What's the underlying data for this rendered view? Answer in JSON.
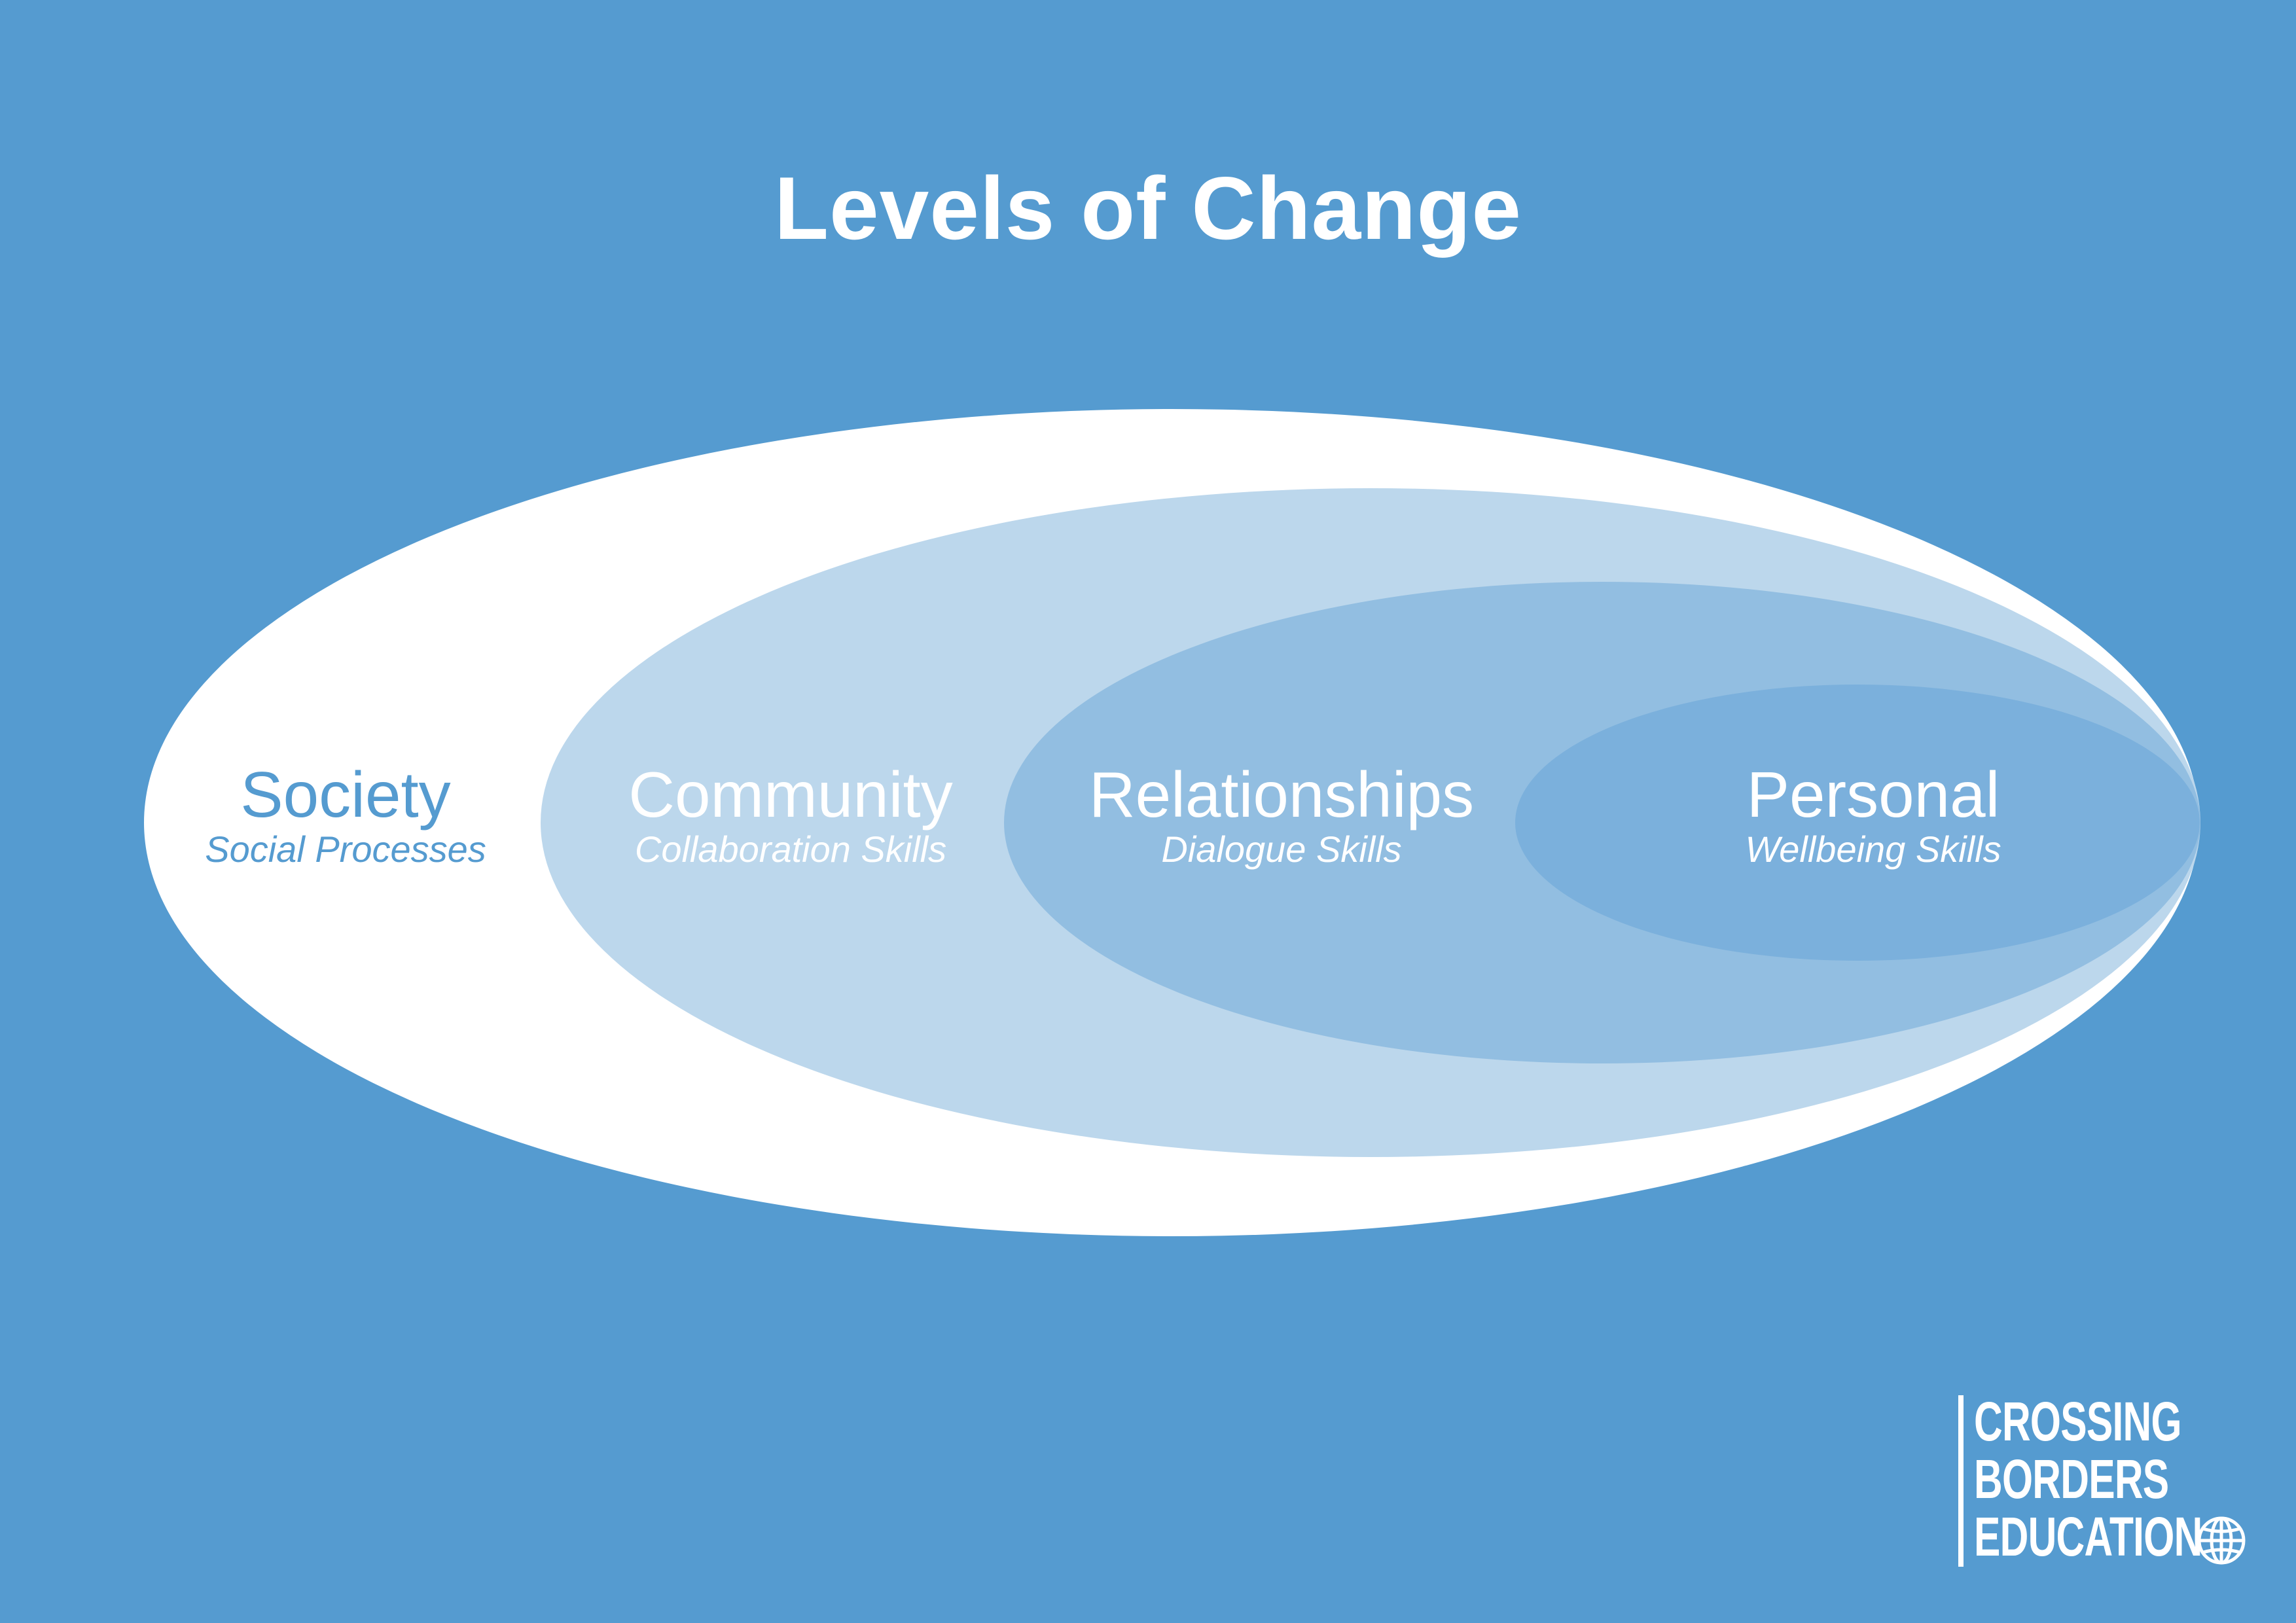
{
  "title": "Levels of Change",
  "colors": {
    "background": "#559bd0",
    "society_fill": "#ffffff",
    "community_fill": "#bcd7ec",
    "relationships_fill": "#92bee1",
    "personal_fill": "#7bb0dc",
    "society_text": "#559bd0",
    "inner_text": "#ffffff"
  },
  "levels": [
    {
      "name": "Society",
      "subtitle": "Social Processes"
    },
    {
      "name": "Community",
      "subtitle": "Collaboration Skills"
    },
    {
      "name": "Relationships",
      "subtitle": "Dialogue Skills"
    },
    {
      "name": "Personal",
      "subtitle": "Wellbeing Skills"
    }
  ],
  "logo": {
    "line1": "CROSSING",
    "line2": "BORDERS",
    "line3": "EDUCATION",
    "icon": "globe-icon"
  }
}
